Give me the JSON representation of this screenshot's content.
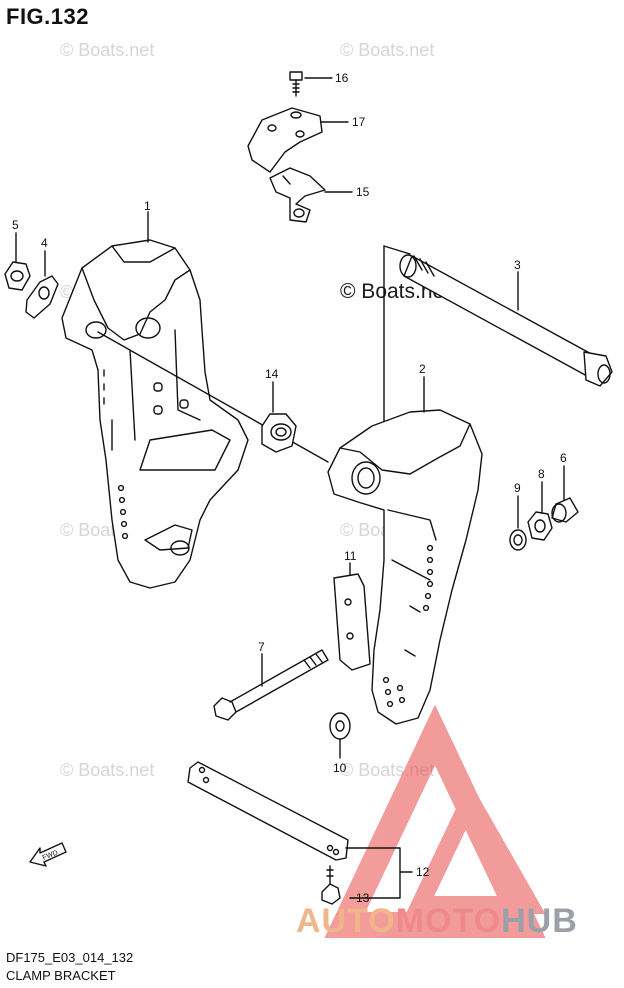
{
  "figure": {
    "title": "FIG.132",
    "code": "DF175_E03_014_132",
    "caption": "CLAMP BRACKET"
  },
  "watermark": {
    "text": "© Boats.net"
  },
  "branding": {
    "part1": "AUTO",
    "part2": "MOTO",
    "part3": "HUB",
    "colors": [
      "#f2b58a",
      "#f08a8a",
      "#9aa0a6"
    ]
  },
  "fwd_label": "FWD",
  "callouts": {
    "c1": "1",
    "c2": "2",
    "c3": "3",
    "c4": "4",
    "c5": "5",
    "c6": "6",
    "c7": "7",
    "c8": "8",
    "c9": "9",
    "c10": "10",
    "c11": "11",
    "c12": "12",
    "c13": "13",
    "c14": "14",
    "c15": "15",
    "c16": "16",
    "c17": "17"
  }
}
